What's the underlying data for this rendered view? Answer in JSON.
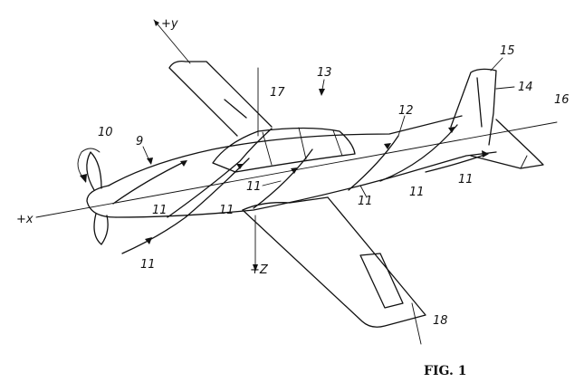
{
  "figure": {
    "caption": "FIG. 1",
    "axes": {
      "x": "+x",
      "y": "+y",
      "z": "+Z"
    },
    "labels": {
      "ref9": "9",
      "ref10": "10",
      "ref11": "11",
      "ref12": "12",
      "ref13": "13",
      "ref14": "14",
      "ref15": "15",
      "ref16": "16",
      "ref17": "17",
      "ref18": "18"
    }
  }
}
